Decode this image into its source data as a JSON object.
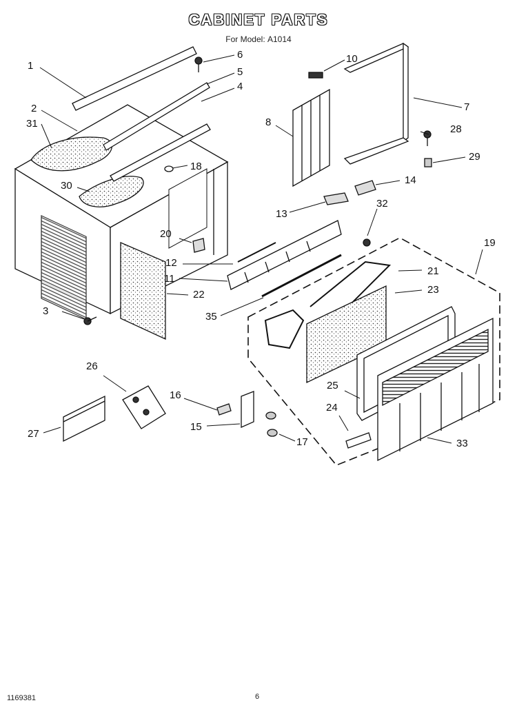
{
  "header": {
    "title": "CABINET PARTS",
    "model_prefix": "For Model:",
    "model_number": "A1014"
  },
  "callouts": {
    "c1": "1",
    "c2": "2",
    "c3": "3",
    "c4": "4",
    "c5": "5",
    "c6": "6",
    "c7": "7",
    "c8": "8",
    "c10": "10",
    "c11": "11",
    "c12": "12",
    "c13": "13",
    "c14": "14",
    "c15": "15",
    "c16": "16",
    "c17": "17",
    "c18": "18",
    "c19": "19",
    "c20": "20",
    "c21": "21",
    "c22": "22",
    "c23": "23",
    "c24": "24",
    "c25": "25",
    "c26": "26",
    "c27": "27",
    "c28": "28",
    "c29": "29",
    "c30": "30",
    "c31": "31",
    "c32": "32",
    "c33": "33",
    "c35": "35"
  },
  "footer": {
    "doc_number": "1169381",
    "page": "6"
  }
}
